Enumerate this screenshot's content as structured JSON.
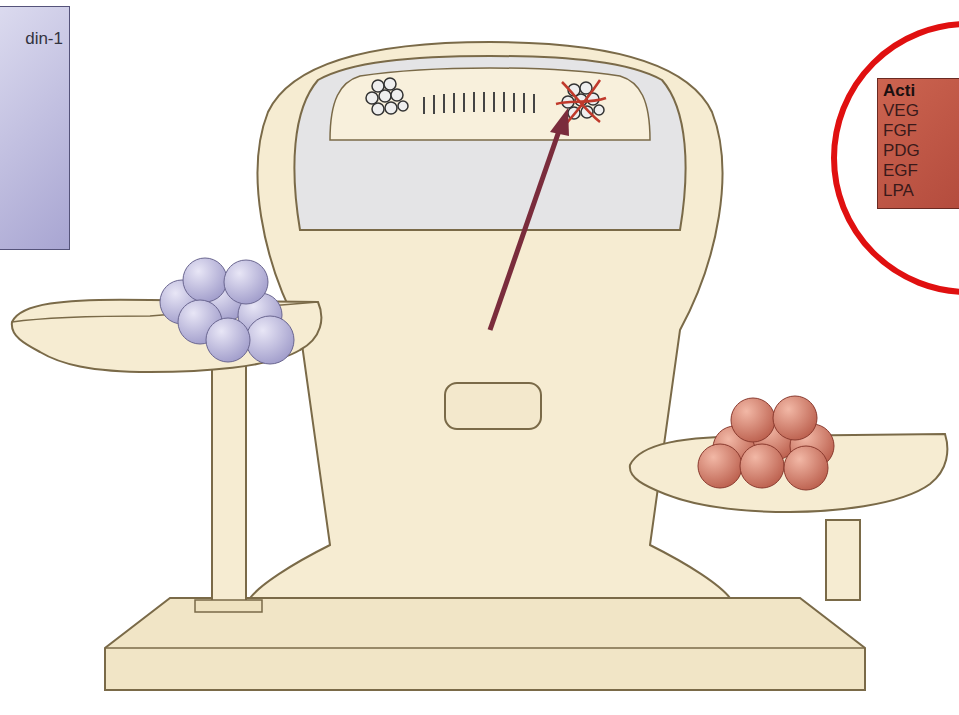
{
  "diagram": {
    "nodes": [
      {
        "text": [
          "din-1"
        ]
      },
      {
        "text": [
          "Acti",
          "VEG FGF PDG EGF LPA"
        ]
      }
    ]
  }
}
